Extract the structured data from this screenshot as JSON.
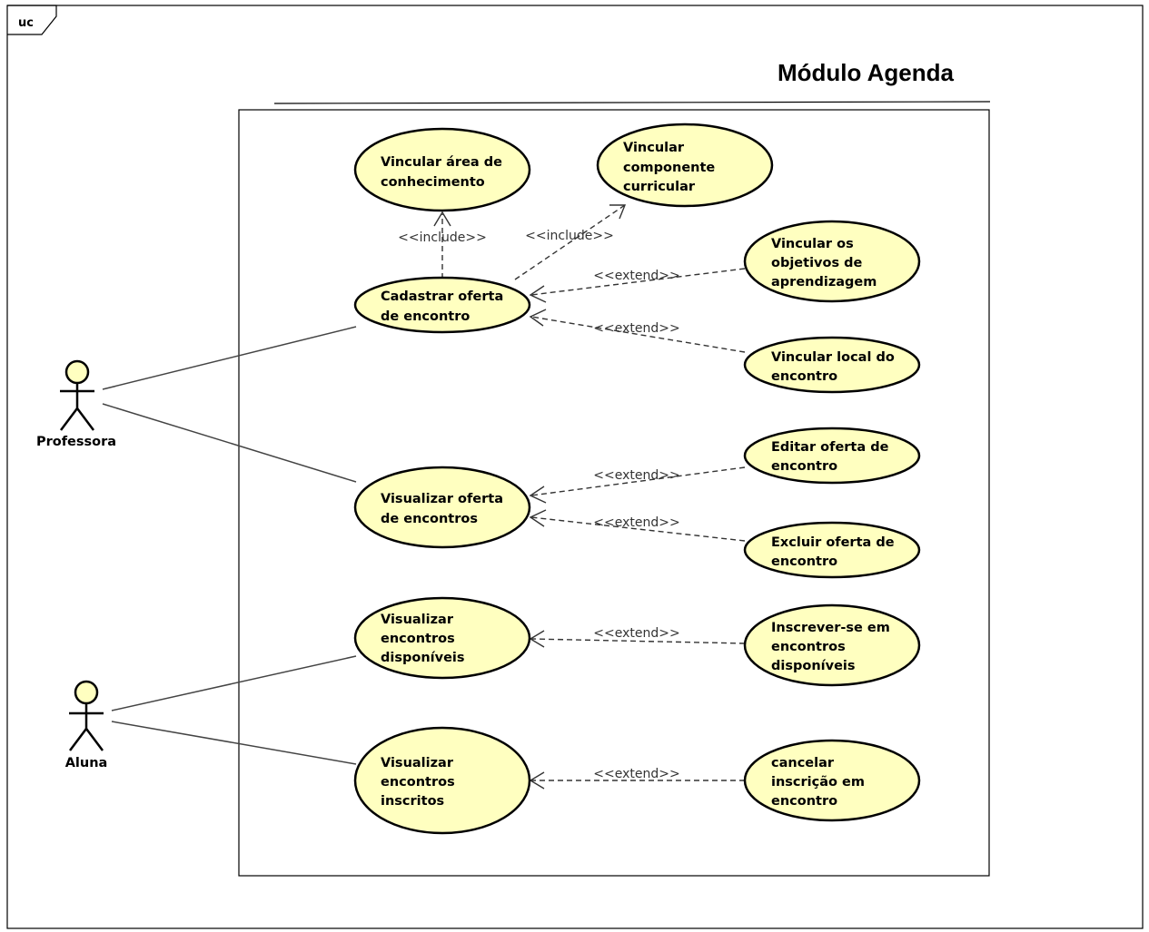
{
  "frame": {
    "tag": "uc"
  },
  "title": "Módulo Agenda",
  "colors": {
    "use_case_fill": "#ffffc0",
    "stroke": "#000000",
    "background": "#ffffff"
  },
  "actors": {
    "professora": {
      "name": "Professora"
    },
    "aluna": {
      "name": "Aluna"
    }
  },
  "use_cases": {
    "area": [
      "Vincular área de",
      "conhecimento"
    ],
    "componente": [
      "Vincular",
      "componente",
      "curricular"
    ],
    "objetivos": [
      "Vincular os",
      "objetivos de",
      "aprendizagem"
    ],
    "local": [
      "Vincular local do",
      "encontro"
    ],
    "cadastrar": [
      "Cadastrar oferta",
      "de encontro"
    ],
    "visualizar_oferta": [
      "Visualizar oferta",
      "de encontros"
    ],
    "editar": [
      "Editar oferta de",
      "encontro"
    ],
    "excluir": [
      "Excluir oferta de",
      "encontro"
    ],
    "disponiveis": [
      "Visualizar",
      "encontros",
      "disponíveis"
    ],
    "inscrever": [
      "Inscrever-se em",
      "encontros",
      "disponíveis"
    ],
    "inscritos": [
      "Visualizar",
      "encontros",
      "inscritos"
    ],
    "cancelar": [
      "cancelar",
      "inscrição em",
      "encontro"
    ]
  },
  "stereotypes": {
    "include": "<<include>>",
    "extend": "<<extend>>"
  }
}
